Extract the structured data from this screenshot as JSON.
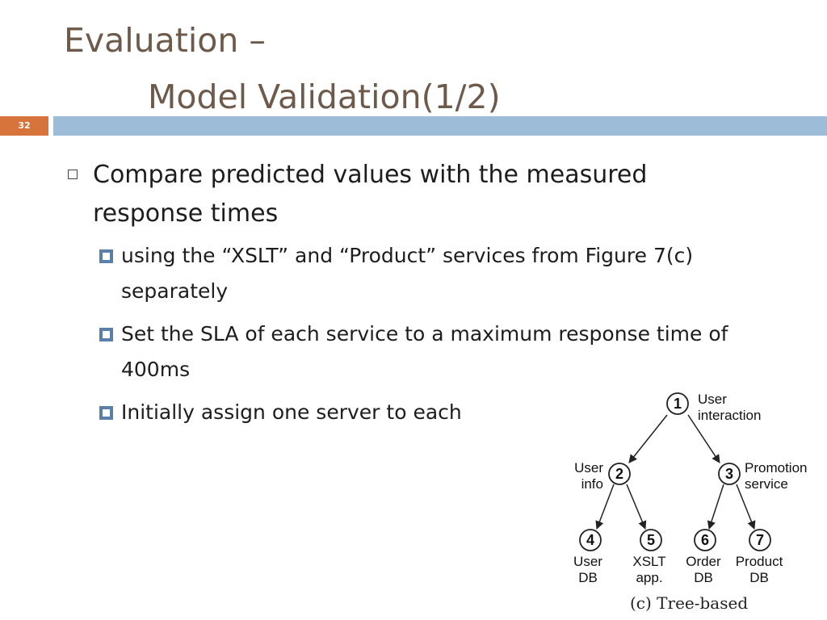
{
  "title": {
    "line1": "Evaluation –",
    "line2": "Model Validation(1/2)"
  },
  "slide_number": "32",
  "bullets": {
    "main": "Compare predicted values with the measured response times",
    "sub": [
      "using the “XSLT” and “Product” services from Figure 7(c) separately",
      "Set the SLA of each service to a maximum response time of 400ms",
      "Initially assign one server to each"
    ]
  },
  "figure": {
    "caption": "(c)  Tree-based",
    "nodes": [
      {
        "id": "1",
        "label_line1": "User",
        "label_line2": "interaction"
      },
      {
        "id": "2",
        "label_line1": "User",
        "label_line2": "info"
      },
      {
        "id": "3",
        "label_line1": "Promotion",
        "label_line2": "service"
      },
      {
        "id": "4",
        "label_line1": "User",
        "label_line2": "DB"
      },
      {
        "id": "5",
        "label_line1": "XSLT",
        "label_line2": "app."
      },
      {
        "id": "6",
        "label_line1": "Order",
        "label_line2": "DB"
      },
      {
        "id": "7",
        "label_line1": "Product",
        "label_line2": "DB"
      }
    ]
  }
}
